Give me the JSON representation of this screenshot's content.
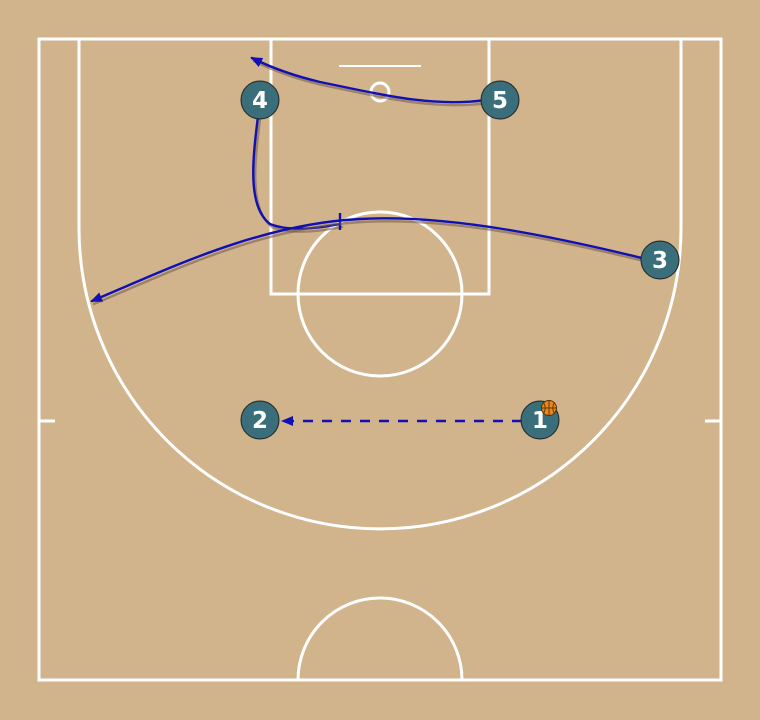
{
  "colors": {
    "court": "#D2B48C",
    "lines": "#FFFFFF",
    "player_fill": "#3A6E7A",
    "player_label": "#FFFFFF",
    "movement": "#1010B4",
    "ball": "#E8891F"
  },
  "players": [
    {
      "id": "player-1",
      "label": "1",
      "has_ball": true
    },
    {
      "id": "player-2",
      "label": "2",
      "has_ball": false
    },
    {
      "id": "player-3",
      "label": "3",
      "has_ball": false
    },
    {
      "id": "player-4",
      "label": "4",
      "has_ball": false
    },
    {
      "id": "player-5",
      "label": "5",
      "has_ball": false
    }
  ],
  "actions": [
    {
      "type": "pass",
      "from": "1",
      "to": "2",
      "style": "dashed"
    },
    {
      "type": "cut",
      "player": "5",
      "style": "solid"
    },
    {
      "type": "screen",
      "player": "4",
      "style": "solid"
    },
    {
      "type": "cut",
      "player": "3",
      "style": "solid"
    }
  ]
}
